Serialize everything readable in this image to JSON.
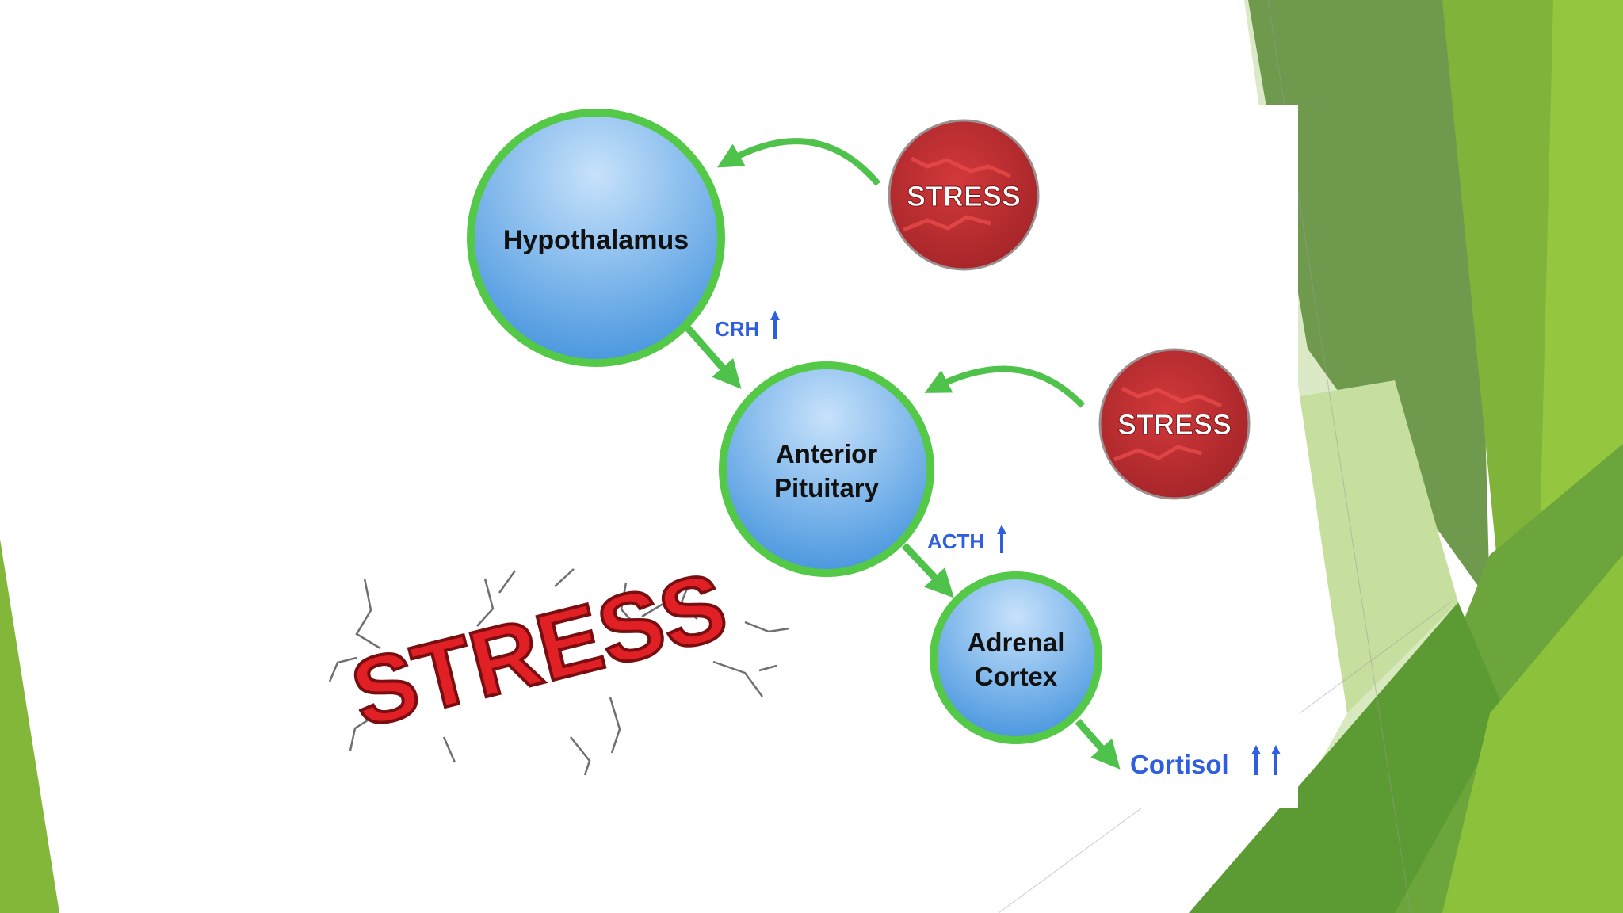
{
  "colors": {
    "node_border": "#54c847",
    "node_fill_top": "#b7d8f7",
    "node_fill_bottom": "#4d9ae0",
    "arrow": "#4ec24a",
    "hormone_text": "#2f5fe0",
    "stress_red": "#c0282a",
    "decor_green_dark": "#6f9a4e",
    "decor_green": "#7fba35",
    "decor_green_light": "#a9d66a"
  },
  "nodes": {
    "hypothalamus": {
      "label": "Hypothalamus"
    },
    "pituitary": {
      "line1": "Anterior",
      "line2": "Pituitary"
    },
    "adrenal": {
      "line1": "Adrenal",
      "line2": "Cortex"
    }
  },
  "hormones": {
    "crh": "CRH",
    "acth": "ACTH",
    "cortisol": "Cortisol"
  },
  "stress_badges": [
    "STRESS",
    "STRESS"
  ],
  "stress_cracked": {
    "text": "STRESS"
  }
}
